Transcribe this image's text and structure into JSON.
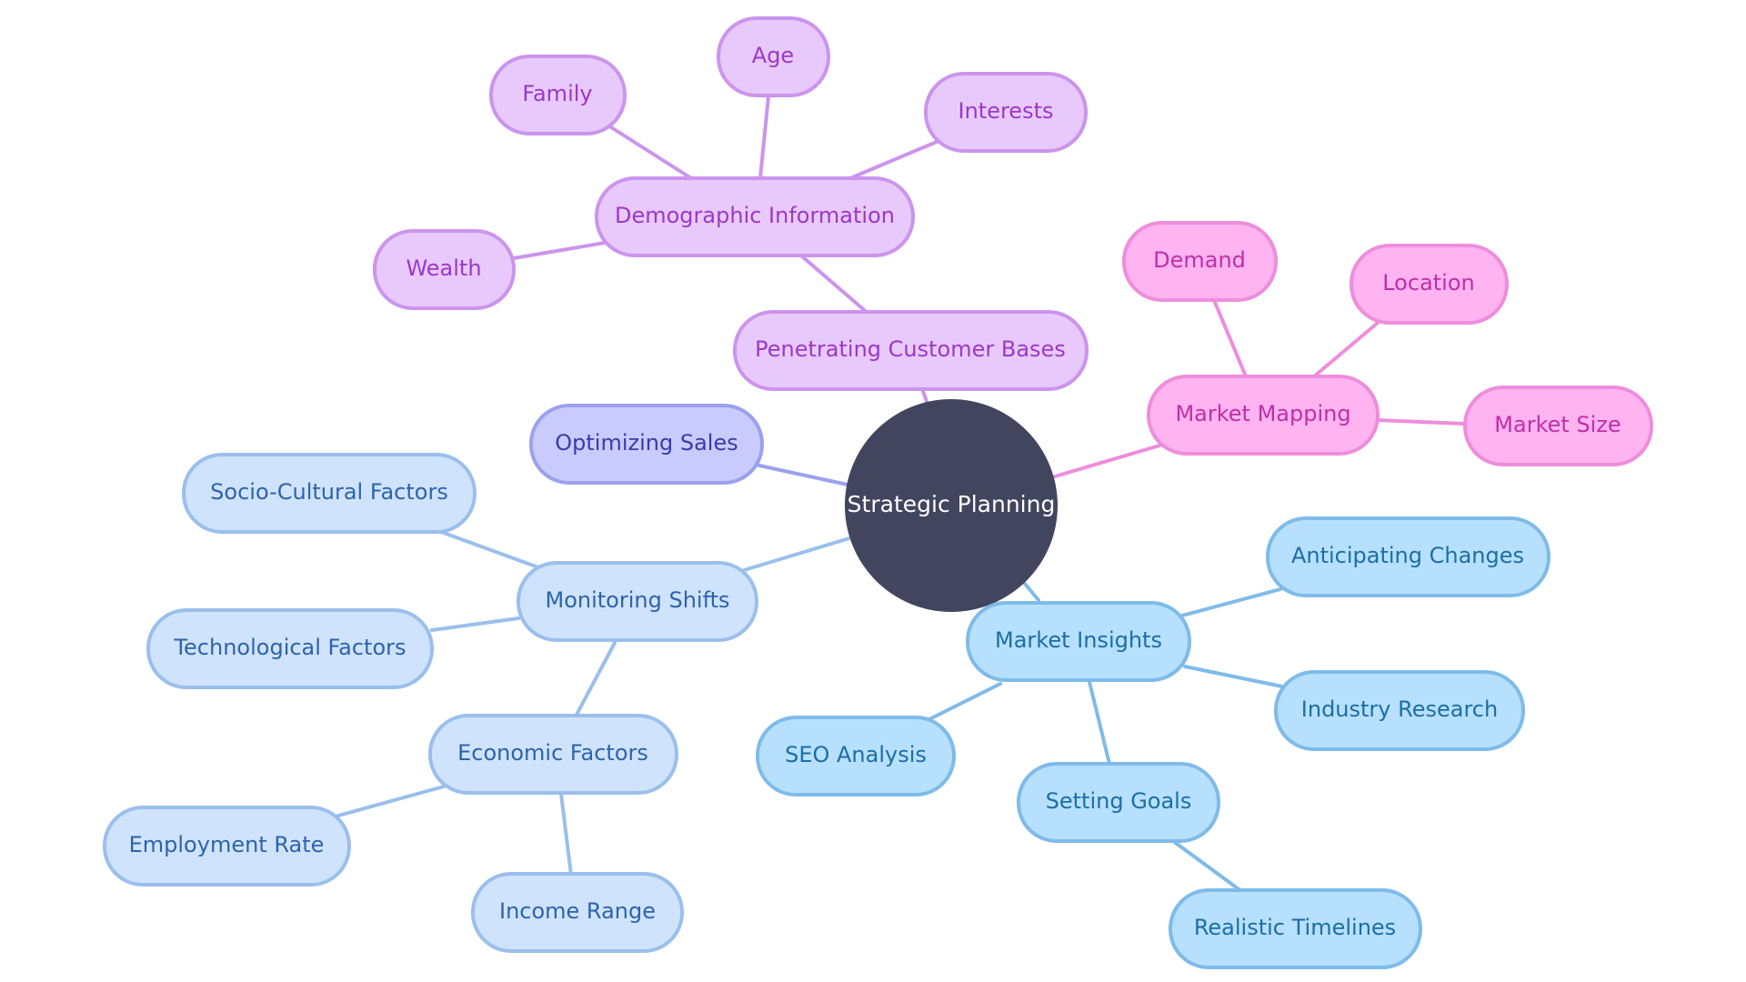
{
  "mindmap": {
    "root": "Strategic Planning",
    "branches": [
      {
        "label": "Penetrating Customer Bases",
        "children": [
          {
            "label": "Demographic Information",
            "children": [
              "Family",
              "Age",
              "Interests",
              "Wealth"
            ]
          }
        ]
      },
      {
        "label": "Market Mapping",
        "children": [
          "Demand",
          "Location",
          "Market Size"
        ]
      },
      {
        "label": "Optimizing Sales",
        "children": []
      },
      {
        "label": "Monitoring Shifts",
        "children": [
          "Socio-Cultural Factors",
          "Technological Factors",
          {
            "label": "Economic Factors",
            "children": [
              "Employment Rate",
              "Income Range"
            ]
          }
        ]
      },
      {
        "label": "Market Insights",
        "children": [
          "Anticipating Changes",
          "Industry Research",
          "SEO Analysis",
          {
            "label": "Setting Goals",
            "children": [
              "Realistic Timelines"
            ]
          }
        ]
      }
    ]
  },
  "colors": {
    "root_fill": "#41455e",
    "purple_fill": "#e8c9fc",
    "purple_stroke": "#cc94ec",
    "purple_text": "#9b38c9",
    "pink_fill": "#ffb3f1",
    "pink_stroke": "#ee8ddc",
    "pink_text": "#bf2fa8",
    "indigo_fill": "#c9cbfd",
    "indigo_stroke": "#9ba1ed",
    "indigo_text": "#3a3cab",
    "lightblue_fill": "#cfe3fc",
    "lightblue_stroke": "#9bbfec",
    "lightblue_text": "#2e63ac",
    "sky_fill": "#b6e0fd",
    "sky_stroke": "#7fbbe9",
    "sky_text": "#1c6ea6"
  }
}
